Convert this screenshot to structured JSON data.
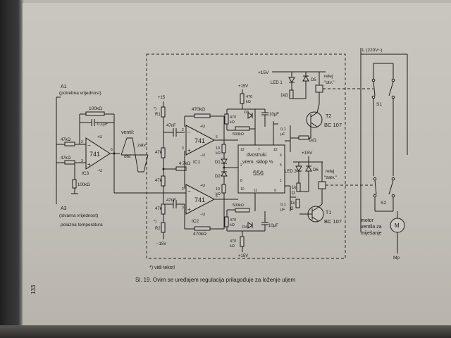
{
  "page": {
    "page_number": "133",
    "caption": "Sl. 19. Ovim se uređajem regulacija prilagođuje za loženje uljem",
    "footnote": "*) vidi tekst!"
  },
  "colors": {
    "paper": "#c6c3bc",
    "ink": "#1c1c1c",
    "binding": "#2a2a2a"
  },
  "schematic": {
    "input_a1": {
      "name": "A1",
      "desc": "(potrebna vrijednost)"
    },
    "input_a3": {
      "name": "A3",
      "desc1": "(stvarna vrijednost)",
      "desc2": "polazna temperatura"
    },
    "ic3": {
      "num": "741",
      "name": "IC3",
      "p": "+",
      "m": "−",
      "pu": "+U",
      "nu": "−U",
      "p2": "2",
      "p3": "3",
      "p6": "6"
    },
    "ic1": {
      "num": "741",
      "name": "IC1",
      "p": "+",
      "m": "−",
      "pu": "+U",
      "nu": "−U",
      "p2": "2",
      "p3": "3",
      "p6": "6"
    },
    "ic2": {
      "num": "741",
      "name": "IC2",
      "p": "+",
      "m": "−",
      "pu": "+U",
      "nu": "−U",
      "p2": "2",
      "p3": "3",
      "p6": "6"
    },
    "timer": {
      "line1": "dvostruki",
      "line2": "vrem. sklop ½",
      "num": "556",
      "pins": [
        "13",
        "12",
        "2",
        "6",
        "5",
        "1",
        "8",
        "11",
        "9",
        "10",
        "7"
      ]
    },
    "labels": {
      "r100k_top": "100kΩ",
      "c01u": "0,1μF",
      "r47k_a": "47kΩ",
      "r47k_b": "47kΩ",
      "r100k_bot": "100kΩ",
      "ventil": "ventil:",
      "otv": "otv.",
      "zatv": "zatv.",
      "plus15_a": "+15",
      "r1": "R1",
      "star1": "*)",
      "c47n_a": "47nF",
      "r47k_v1": "47k",
      "r470k_top": "470kΩ",
      "r47k_mid": "4,7kΩ",
      "r47k_v2": "47k",
      "c47n_b": "47nF",
      "r47k_v3": "47k",
      "r2": "R2",
      "star2": "*)",
      "minus15": "−15V",
      "r470k_bot": "470kΩ",
      "plus15_b": "+15V",
      "r470_a": "470",
      "kohm_a": "kΩ",
      "r470_b": "470",
      "kohm_b": "kΩ",
      "d3": "D3",
      "c10u_a": "10μF",
      "r500k_a": "500kΩ",
      "d1": "D1",
      "d2": "D2",
      "r10k_a": "10",
      "kohm_c": "kΩ",
      "r10k_b": "10",
      "kohm_d": "kΩ",
      "r500k_b": "500kΩ",
      "r470_c": "470",
      "kohm_e": "kΩ",
      "d4": "D4",
      "c10u_b": "10μF",
      "r470_d": "470",
      "kohm_f": "kΩ",
      "plus15_c": "+15V",
      "c01_a": "0,1",
      "uf_a": "μF",
      "c01_b": "0,1",
      "uf_b": "μF",
      "plus15v_top": "+15V",
      "led1": "LED 1",
      "d5": "D5",
      "r1k_a": "1kΩ",
      "relej1": "relej",
      "relej1_q": "\"otv.\"",
      "t2": "T2",
      "bc107_a": "BC 107",
      "r1k_b": "1kΩ",
      "plus15_d": "+15V",
      "led2": "LED 2",
      "d6": "D6",
      "relej2": "relej",
      "relej2_q": "\"zatv.\"",
      "r1k_c": "1k",
      "kohm_g": "Ω",
      "r1k_d": "1k",
      "kohm_h": "Ω",
      "t1": "T1",
      "bc107_b": "BC 107",
      "mains": "L (220V~)",
      "s1": "S1",
      "s2": "S2",
      "motor1": "motor",
      "motor2": "ventila za",
      "motor3": "miješanje",
      "m": "M",
      "mp": "Mp"
    }
  }
}
